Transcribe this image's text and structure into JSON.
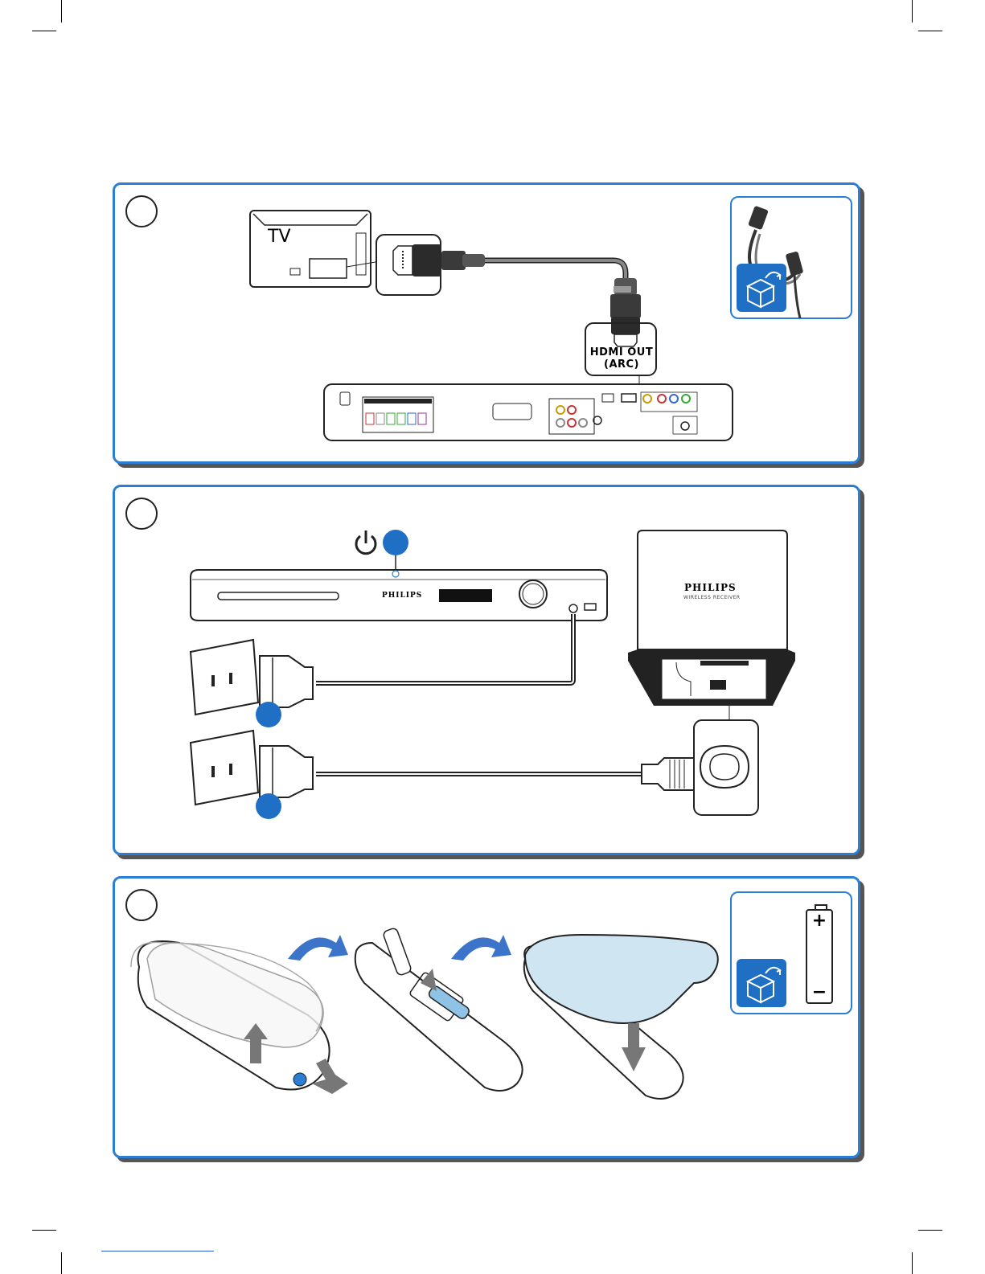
{
  "colors": {
    "accent": "#2a7fd4",
    "badge_blue": "#1f6fc4",
    "cover_fill": "#cfe6f2"
  },
  "panel1": {
    "step_icon": "blank-step-circle",
    "tv_label": "TV",
    "hdmi_label_line1": "HDMI OUT",
    "hdmi_label_line2": "(ARC)",
    "inset_icon": "box-contents-icon"
  },
  "panel2": {
    "step_icon": "blank-step-circle",
    "power_icon": "power-icon",
    "player_brand": "PHILIPS",
    "receiver_brand": "PHILIPS",
    "receiver_subtitle": "WIRELESS RECEIVER"
  },
  "panel3": {
    "step_icon": "blank-step-circle",
    "inset_icon": "box-contents-icon",
    "battery_plus": "+",
    "battery_minus": "−"
  }
}
